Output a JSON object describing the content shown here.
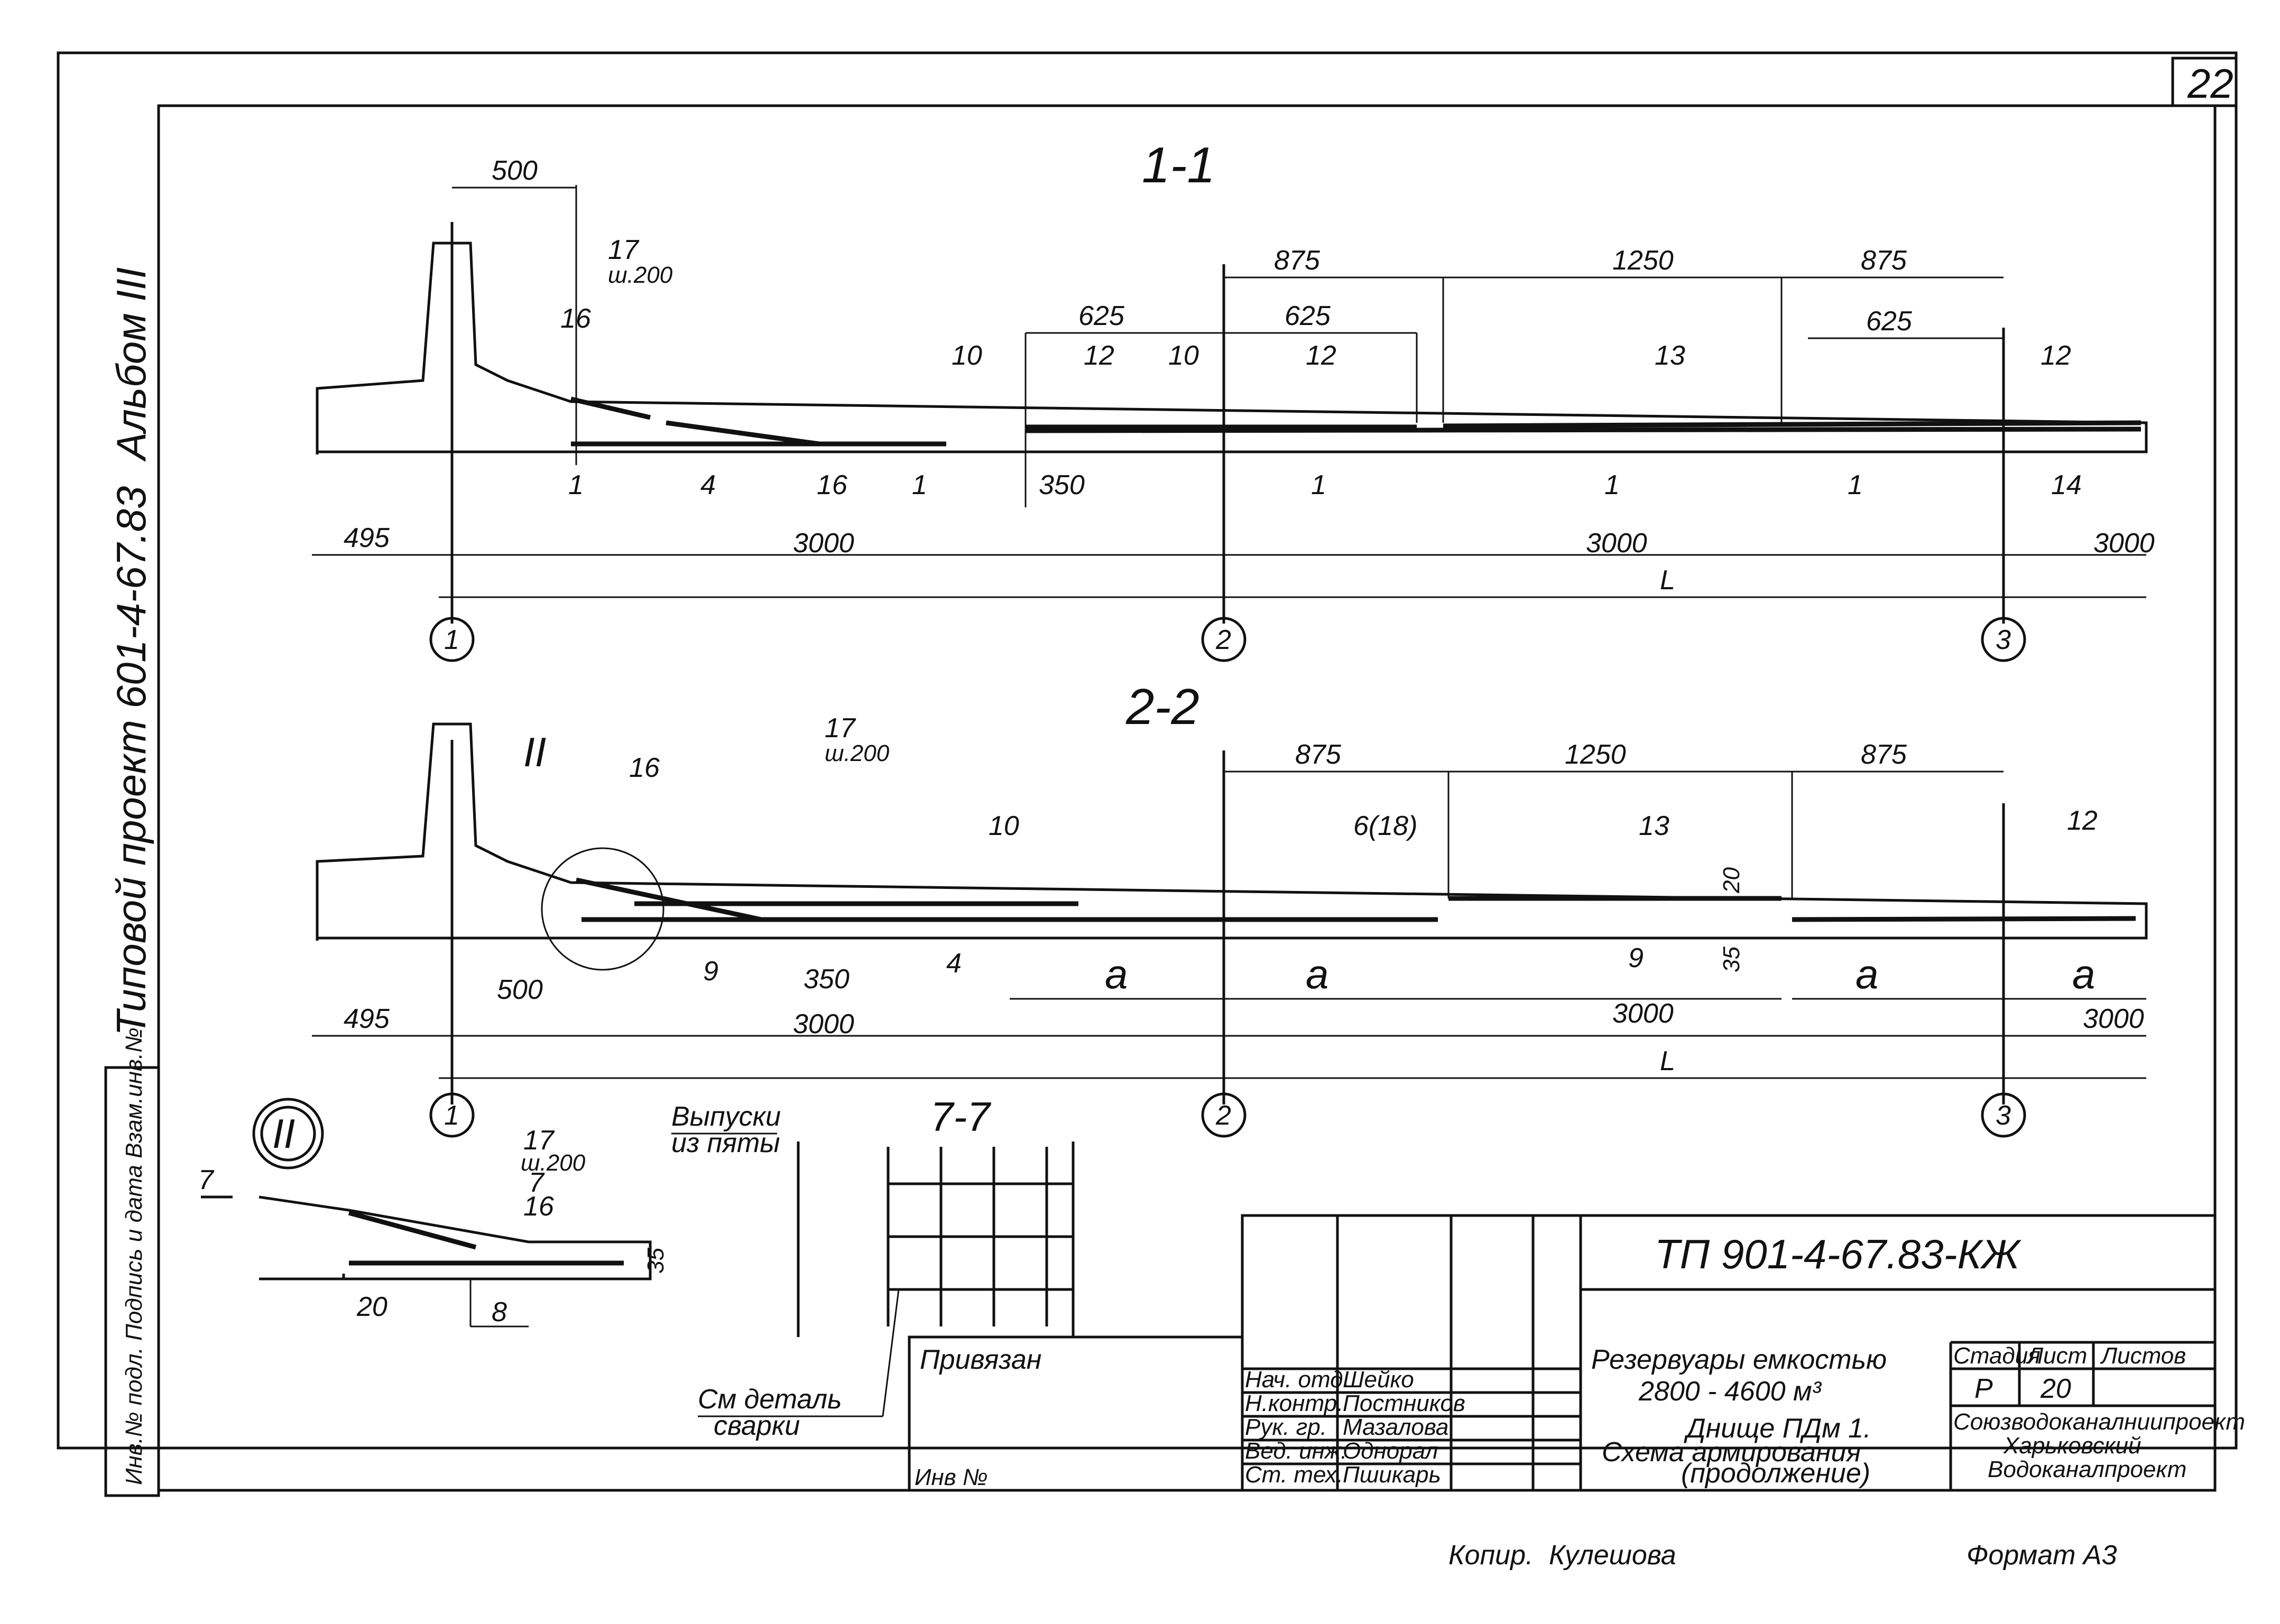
{
  "sheet_corner_number": "22",
  "album_label": "Альбом III",
  "project_label": "Типовой проект 601-4-67.83",
  "side_stamp": "Инв.№ подл. Подпись и дата Взам.инв.№",
  "section_1": {
    "title": "1-1",
    "dims_top": [
      "500",
      "875",
      "1250",
      "875",
      "625",
      "625",
      "625"
    ],
    "marks": [
      "17",
      "ш.200",
      "16",
      "10",
      "12",
      "10",
      "12",
      "13",
      "12",
      "1",
      "4",
      "16",
      "1",
      "350",
      "1",
      "1",
      "1",
      "14"
    ],
    "dims_bottom": [
      "495",
      "3000",
      "3000",
      "3000"
    ],
    "span_label": "L",
    "axes": [
      "1",
      "2",
      "3"
    ]
  },
  "section_2": {
    "title": "2-2",
    "detail_mark": "II",
    "dims_top": [
      "875",
      "1250",
      "875"
    ],
    "marks": [
      "16",
      "17",
      "ш.200",
      "10",
      "6(18)",
      "13",
      "12",
      "20",
      "35",
      "9",
      "350",
      "4",
      "9",
      "a",
      "a",
      "a",
      "a"
    ],
    "dims_bottom": [
      "495",
      "500",
      "3000",
      "3000",
      "3000"
    ],
    "span_label": "L",
    "axes": [
      "1",
      "2",
      "3"
    ]
  },
  "detail_II": {
    "title": "II",
    "marks": [
      "17",
      "ш.200",
      "7",
      "16",
      "35",
      "20",
      "8"
    ],
    "section_cut": "7"
  },
  "section_7": {
    "title": "7-7",
    "note_top_line1": "Выпуски",
    "note_top_line2": "из пяты",
    "note_bottom_line1": "См деталь",
    "note_bottom_line2": "сварки"
  },
  "title_block": {
    "code": "ТП 901-4-67.83-КЖ",
    "privyazan": "Привязан",
    "inv_no": "Инв №",
    "roles": [
      {
        "role": "Нач. отд.",
        "name": "Шейко"
      },
      {
        "role": "Н.контр.",
        "name": "Постников"
      },
      {
        "role": "Рук. гр.",
        "name": "Мазалова"
      },
      {
        "role": "Вед. инж.",
        "name": "Однорал"
      },
      {
        "role": "Ст. тех.",
        "name": "Пшикарь"
      }
    ],
    "object_line1": "Резервуары емкостью",
    "object_line2": "2800 - 4600 м³",
    "sheet_line1": "Днище ПДм 1.",
    "sheet_line2": "Схема армирования",
    "sheet_line3": "(продолжение)",
    "stage_header": "Стадия",
    "sheet_header": "Лист",
    "sheets_header": "Листов",
    "stage": "Р",
    "sheet_no": "20",
    "org_line1": "Союзводоканалниипроект",
    "org_line2": "Харьковский",
    "org_line3": "Водоканалпроект"
  },
  "footer": {
    "copied": "Копир.",
    "copier": "Кулешова",
    "format": "Формат А3"
  }
}
